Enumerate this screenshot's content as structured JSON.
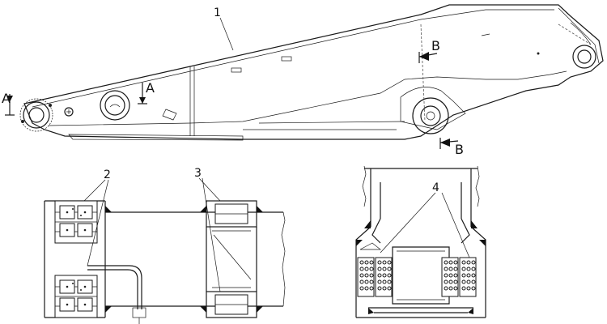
{
  "callouts": {
    "c1": "1",
    "c2": "2",
    "c3": "3",
    "c4": "4"
  },
  "section_marks": {
    "a_left": "A",
    "a_mid": "A",
    "b_top": "B",
    "b_bottom": "B"
  }
}
